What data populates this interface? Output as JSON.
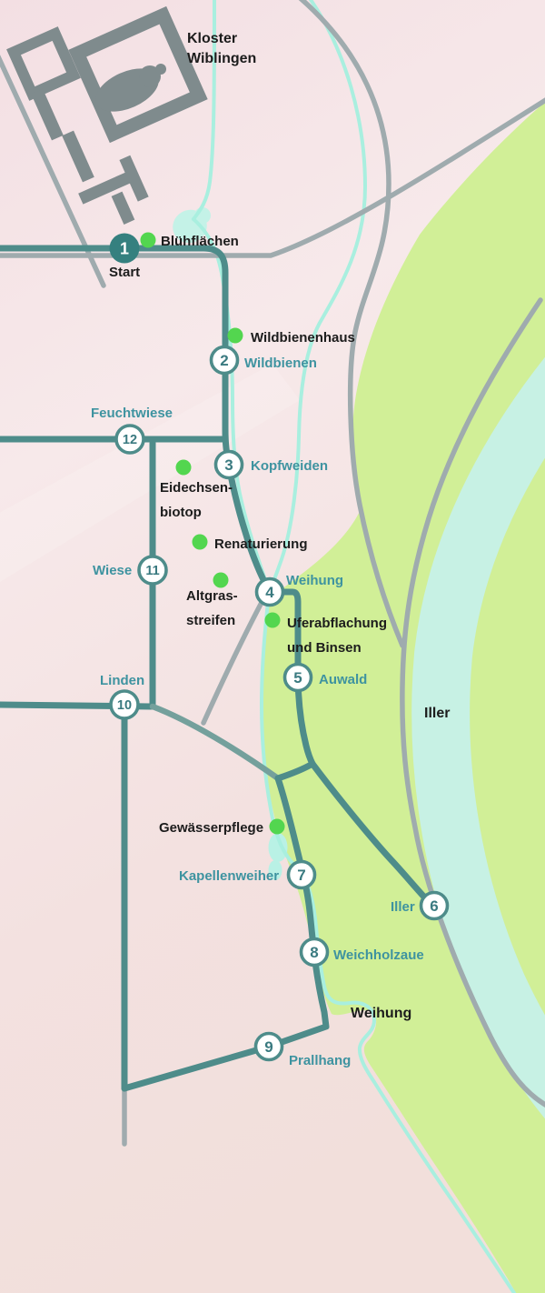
{
  "places": {
    "kloster_line1": "Kloster",
    "kloster_line2": "Wiblingen",
    "iller_river": "Iller",
    "weihung_river": "Weihung"
  },
  "stations": [
    {
      "number": "1",
      "name": "Start"
    },
    {
      "number": "2",
      "name": "Wildbienen"
    },
    {
      "number": "3",
      "name": "Kopfweiden"
    },
    {
      "number": "4",
      "name": "Weihung"
    },
    {
      "number": "5",
      "name": "Auwald"
    },
    {
      "number": "6",
      "name": "Iller"
    },
    {
      "number": "7",
      "name": "Kapellenweiher"
    },
    {
      "number": "8",
      "name": "Weichholzaue"
    },
    {
      "number": "9",
      "name": "Prallhang"
    },
    {
      "number": "10",
      "name": "Linden"
    },
    {
      "number": "11",
      "name": "Wiese"
    },
    {
      "number": "12",
      "name": "Feuchtwiese"
    }
  ],
  "pois": [
    {
      "name": "Blühflächen"
    },
    {
      "name": "Wildbienenhaus"
    },
    {
      "name": "Eidechsen-biotop",
      "line1": "Eidechsen-",
      "line2": "biotop"
    },
    {
      "name": "Renaturierung"
    },
    {
      "name": "Altgras-streifen",
      "line1": "Altgras-",
      "line2": "streifen"
    },
    {
      "name": "Uferabflachung und Binsen",
      "line1": "Uferabflachung",
      "line2": "und Binsen"
    },
    {
      "name": "Gewässerpflege"
    }
  ],
  "colors": {
    "background_pink": "#f5e4e6",
    "field_green": "#d1ef97",
    "river_cyan": "#c7f1e4",
    "stream_cyan": "#a9efdf",
    "trail_teal": "#4e8c8a",
    "road_gray": "#9fabae",
    "building_gray": "#7f8b8d",
    "poi_dot_green": "#53d64f",
    "label_teal": "#3e93a0",
    "station_start_fill": "#35807f"
  }
}
